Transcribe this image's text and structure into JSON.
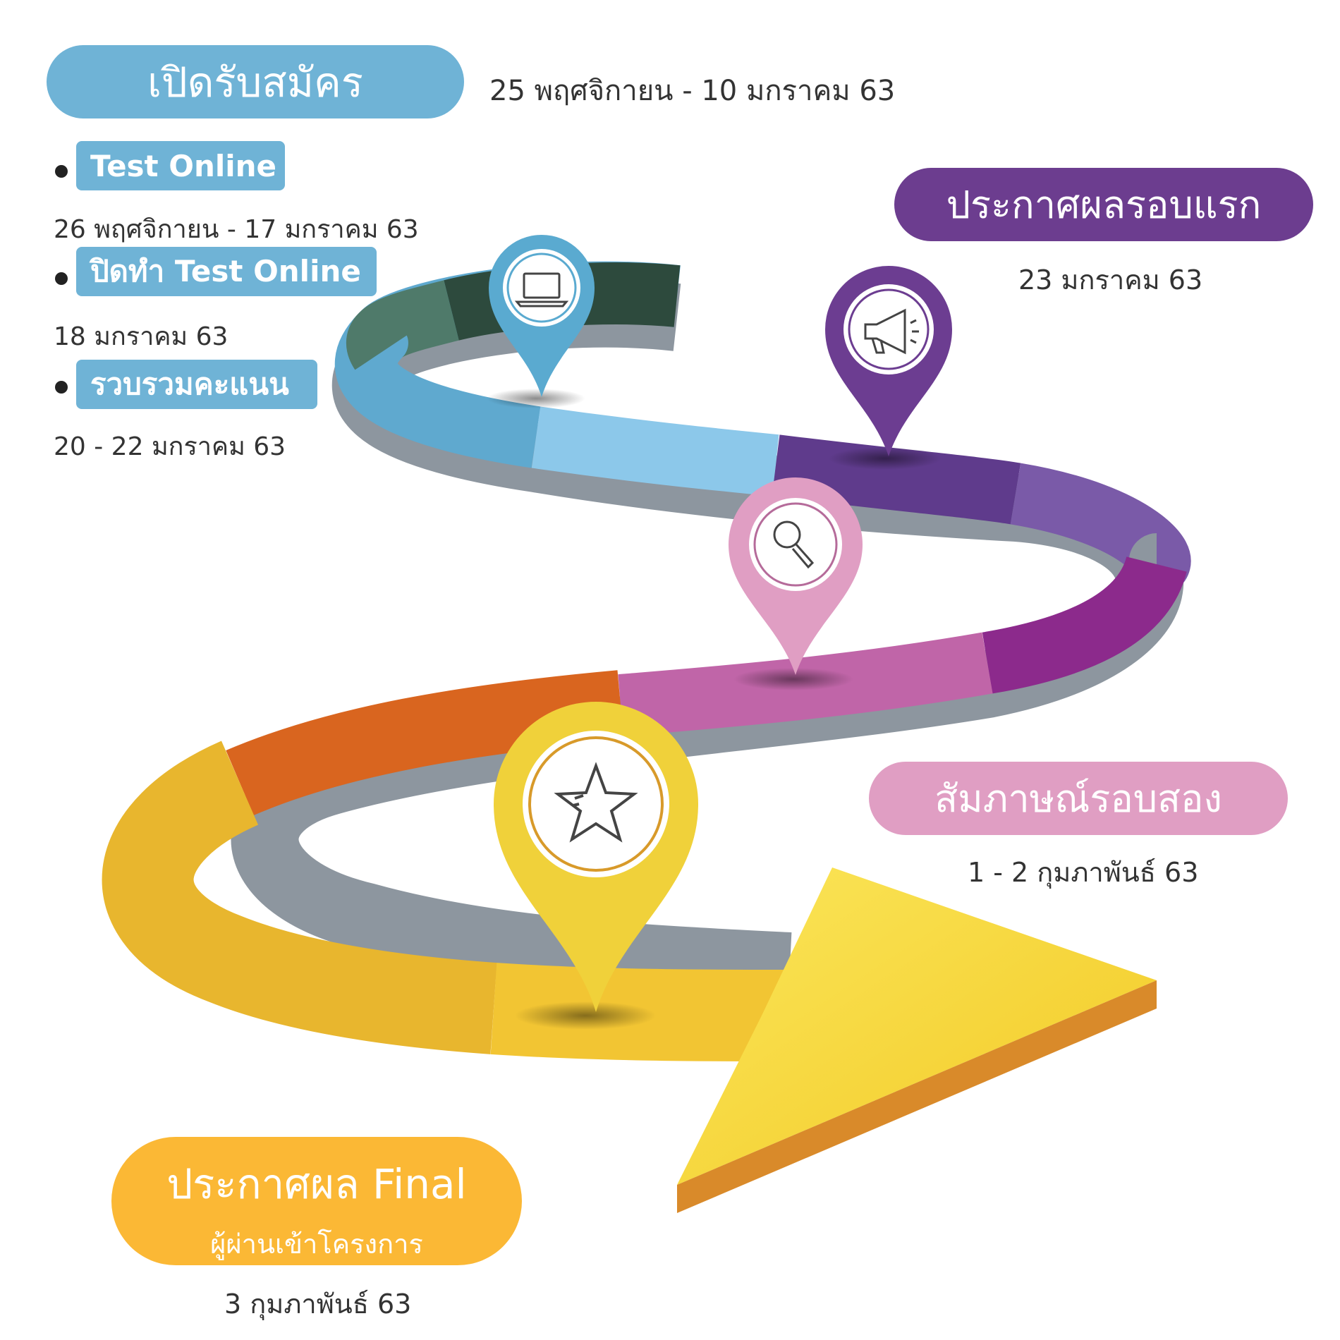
{
  "registration": {
    "title": "เปิดรับสมัคร",
    "date": "25 พฤศจิกายน - 10 มกราคม 63"
  },
  "steps": [
    {
      "label": "Test Online",
      "date": "26 พฤศจิกายน - 17 มกราคม 63"
    },
    {
      "label": "ปิดทำ Test Online",
      "date": "18 มกราคม 63"
    },
    {
      "label": "รวบรวมคะแนน",
      "date": "20 - 22 มกราคม 63"
    }
  ],
  "first_round": {
    "title": "ประกาศผลรอบแรก",
    "date": "23 มกราคม 63"
  },
  "interview": {
    "title": "สัมภาษณ์รอบสอง",
    "date": "1 - 2 กุมภาพันธ์ 63"
  },
  "final": {
    "title": "ประกาศผล Final",
    "subtitle": "ผู้ผ่านเข้าโครงการ",
    "date": "3 กุมภาพันธ์ 63"
  },
  "pins": [
    {
      "icon": "laptop-icon",
      "color": "#5aaad0"
    },
    {
      "icon": "megaphone-icon",
      "color": "#6c3d91"
    },
    {
      "icon": "magnifier-icon",
      "color": "#e09ec3"
    },
    {
      "icon": "star-icon",
      "color": "#f0d13a"
    }
  ],
  "colors": {
    "blue": "#6fb3d6",
    "purple": "#6c3d8f",
    "pink": "#e09ec3",
    "orange": "#fbb835"
  }
}
